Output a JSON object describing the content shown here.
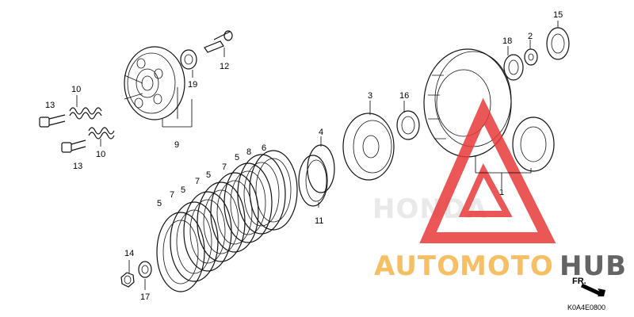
{
  "parts": [
    {
      "id": "p1",
      "label": "1"
    },
    {
      "id": "p2",
      "label": "2"
    },
    {
      "id": "p3",
      "label": "3"
    },
    {
      "id": "p4",
      "label": "4"
    },
    {
      "id": "p5a",
      "label": "5"
    },
    {
      "id": "p5b",
      "label": "5"
    },
    {
      "id": "p5c",
      "label": "5"
    },
    {
      "id": "p5d",
      "label": "5"
    },
    {
      "id": "p6",
      "label": "6"
    },
    {
      "id": "p7a",
      "label": "7"
    },
    {
      "id": "p7b",
      "label": "7"
    },
    {
      "id": "p7c",
      "label": "7"
    },
    {
      "id": "p8",
      "label": "8"
    },
    {
      "id": "p9",
      "label": "9"
    },
    {
      "id": "p10a",
      "label": "10"
    },
    {
      "id": "p10b",
      "label": "10"
    },
    {
      "id": "p11",
      "label": "11"
    },
    {
      "id": "p12",
      "label": "12"
    },
    {
      "id": "p13a",
      "label": "13"
    },
    {
      "id": "p13b",
      "label": "13"
    },
    {
      "id": "p14",
      "label": "14"
    },
    {
      "id": "p15",
      "label": "15"
    },
    {
      "id": "p16",
      "label": "16"
    },
    {
      "id": "p17",
      "label": "17"
    },
    {
      "id": "p18",
      "label": "18"
    },
    {
      "id": "p19",
      "label": "19"
    }
  ],
  "front_marker": "FR.",
  "diagram_code": "K0A4E0800",
  "watermark": {
    "part_a": "AUTO",
    "part_b": "MOTO",
    "part_c": "HUB",
    "color_a": "#f5b54a",
    "color_b": "#f5b54a",
    "color_c": "#4a4a4a",
    "triangle_color": "#e83a3a"
  },
  "faint_logo": "HONDA"
}
